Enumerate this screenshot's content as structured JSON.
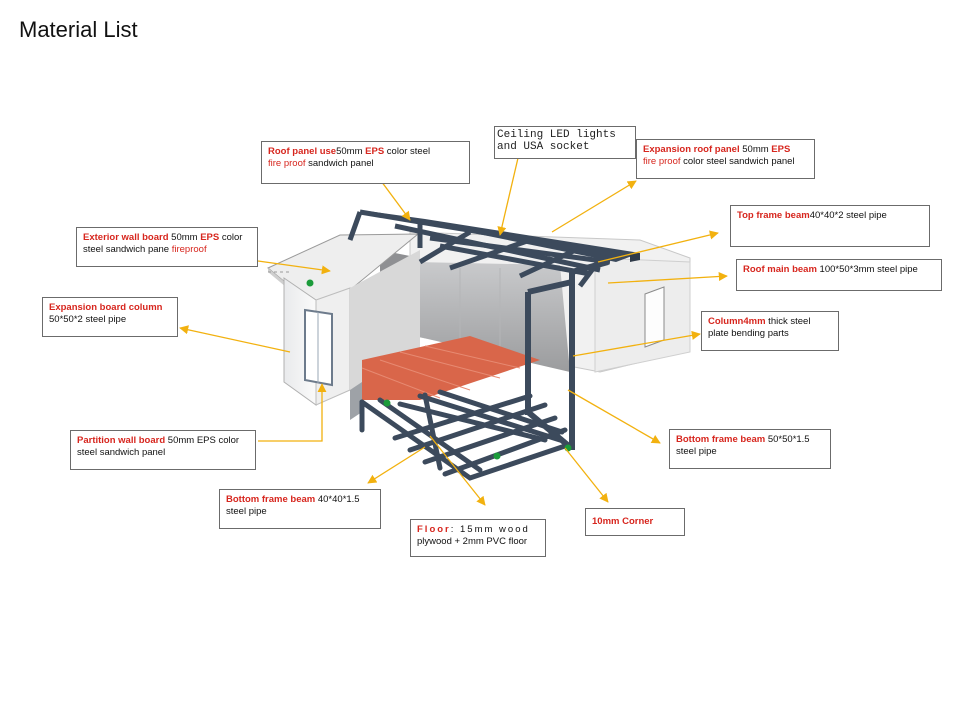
{
  "title": "Material List",
  "labels": {
    "roof_panel": {
      "a": "Roof  panel use",
      "b": "50mm ",
      "c": "EPS",
      "d": " color steel",
      "e": "fire proof",
      "f": " sandwich panel"
    },
    "ceiling": {
      "a": "Ceiling LED lights",
      "b": "and USA socket"
    },
    "expansion_roof": {
      "a": "Expansion roof panel",
      "b": " 50mm ",
      "c": "EPS",
      "d": "fire proof",
      "e": " color steel sandwich panel"
    },
    "top_frame": {
      "a": "Top frame  beam",
      "b": "40*40*2 steel pipe"
    },
    "roof_main": {
      "a": "Roof main beam",
      "b": " 100*50*3mm steel pipe"
    },
    "column": {
      "a": "Column",
      "b": "4mm",
      "c": " thick steel",
      "d": "plate bending parts"
    },
    "exterior_wall": {
      "a": "Exterior wall board",
      "b": " 50mm ",
      "c": "EPS",
      "d": " color",
      "e": "steel sandwich pane ",
      "f": "fireproof"
    },
    "expansion_column": {
      "a": "Expansion board column",
      "b": "50*50*2 steel pipe"
    },
    "partition_wall": {
      "a": "Partition wall board",
      "b": " 50mm EPS color",
      "c": "steel sandwich panel"
    },
    "bottom_frame_right": {
      "a": "Bottom frame beam",
      "b": " 50*50*1.5",
      "c": "steel pipe"
    },
    "bottom_frame_left": {
      "a": "Bottom frame beam",
      "b": " 40*40*1.5",
      "c": "steel pipe"
    },
    "floor": {
      "a": "Floor",
      "b": ": 15mm wood",
      "c": "plywood + 2mm PVC floor"
    },
    "corner": {
      "a": "10mm Corner"
    }
  },
  "colors": {
    "accent_red": "#d7261e",
    "arrow": "#f2b10f",
    "frame": "#3c4a5c",
    "floor": "#d9664a",
    "wall": "#f2f2f2"
  }
}
